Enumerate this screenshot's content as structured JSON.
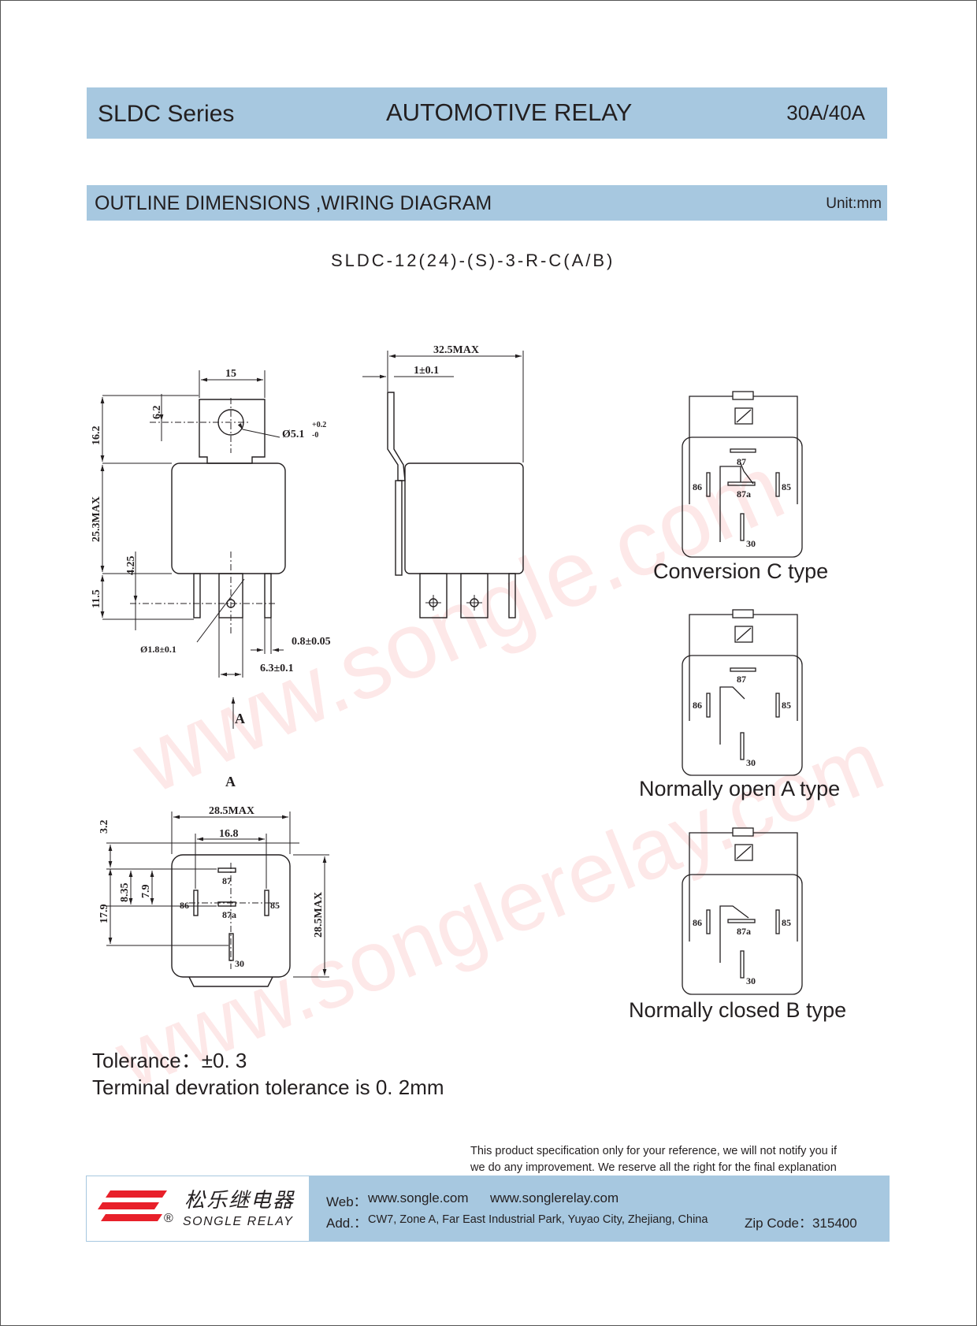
{
  "header": {
    "series": "SLDC Series",
    "title": "AUTOMOTIVE RELAY",
    "rating": "30A/40A"
  },
  "section": {
    "title": "OUTLINE DIMENSIONS ,WIRING DIAGRAM",
    "unit": "Unit:mm"
  },
  "model_code": "SLDC-12(24)-(S)-3-R-C(A/B)",
  "drawing": {
    "front_top_width": "15",
    "bracket_hole_offset": "6.2",
    "bracket_height": "16.2",
    "hole_diameter": "Ø5.1",
    "hole_tol_plus": "+0.2",
    "hole_tol_minus": "-0",
    "body_height": "25.3MAX",
    "pin_offset": "4.25",
    "pin_length": "11.5",
    "pin_hole_diameter": "Ø1.8±0.1",
    "pin_thickness": "0.8±0.05",
    "pin_width": "6.3±0.1",
    "view_arrow_label": "A",
    "side_total_width": "32.5MAX",
    "side_bracket_thickness": "1±0.1",
    "bottom_view_title": "A",
    "bottom_width": "28.5MAX",
    "bottom_pin_spacing": "16.8",
    "bottom_top_offset": "3.2",
    "bottom_dim_a": "8.35",
    "bottom_dim_b": "7.9",
    "bottom_dim_c": "17.9",
    "bottom_height": "28.5MAX",
    "pins": {
      "p87": "87",
      "p87a": "87a",
      "p86": "86",
      "p85": "85",
      "p30": "30"
    }
  },
  "wiring": [
    {
      "caption": "Conversion C type"
    },
    {
      "caption": "Normally open A type"
    },
    {
      "caption": "Normally closed B type"
    }
  ],
  "notes": {
    "tolerance": "Tolerance：±0. 3",
    "terminal": "Terminal devration tolerance is 0. 2mm"
  },
  "disclaimer": {
    "line1": "This product specification only for your reference,   we will not notify you if",
    "line2": "we do any improvement. We reserve all the right for the final explanation"
  },
  "footer": {
    "brand_cn": "松乐继电器",
    "brand_en": "SONGLE RELAY",
    "registered": "®",
    "web_label": "Web：",
    "web1": "www.songle.com",
    "web2": "www.songlerelay.com",
    "addr_label": "Add.：",
    "address": "CW7, Zone A, Far East Industrial Park, Yuyao City, Zhejiang, China",
    "zip": "Zip Code：315400"
  },
  "watermarks": [
    "www.songle.com",
    "www.songlerelay.com"
  ],
  "colors": {
    "band": "#a7c8e0",
    "logo_red": "#e8202a",
    "watermark": "#f05050"
  }
}
